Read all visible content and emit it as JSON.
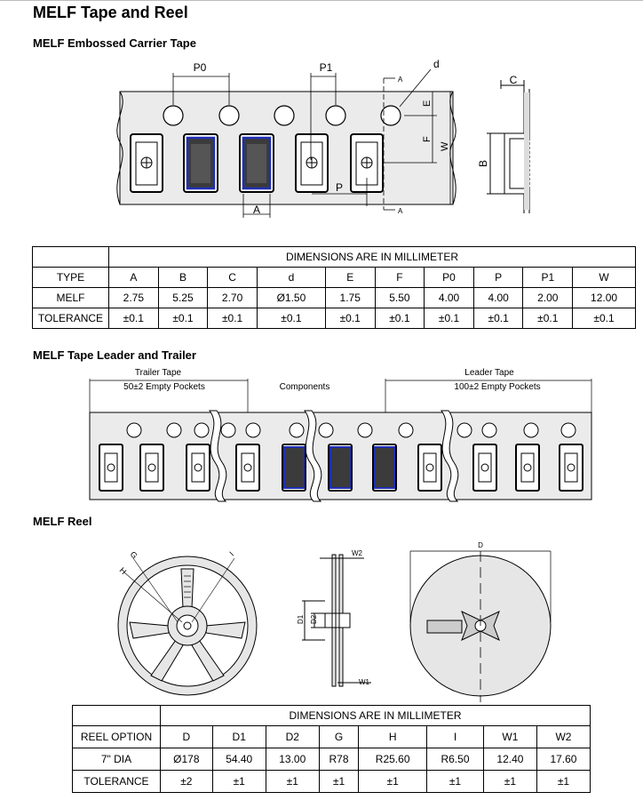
{
  "page_title": "MELF Tape  and  Reel",
  "sections": {
    "carrier": "MELF Embossed Carrier Tape",
    "leader": "MELF Tape Leader and Trailer",
    "reel": "MELF Reel"
  },
  "carrier_labels": {
    "p0": "P0",
    "p1": "P1",
    "d": "d",
    "e": "E",
    "f": "F",
    "w": "W",
    "p": "P",
    "a": "A",
    "section": "A",
    "c": "C",
    "b": "B"
  },
  "tape_table": {
    "header": "DIMENSIONS ARE IN MILLIMETER",
    "rows": [
      [
        "TYPE",
        "A",
        "B",
        "C",
        "d",
        "E",
        "F",
        "P0",
        "P",
        "P1",
        "W"
      ],
      [
        "MELF",
        "2.75",
        "5.25",
        "2.70",
        "Ø1.50",
        "1.75",
        "5.50",
        "4.00",
        "4.00",
        "2.00",
        "12.00"
      ],
      [
        "TOLERANCE",
        "±0.1",
        "±0.1",
        "±0.1",
        "±0.1",
        "±0.1",
        "±0.1",
        "±0.1",
        "±0.1",
        "±0.1",
        "±0.1"
      ]
    ]
  },
  "leader_labels": {
    "trailer_title": "Trailer Tape",
    "trailer_sub": "50±2 Empty Pockets",
    "components": "Components",
    "leader_title": "Leader Tape",
    "leader_sub": "100±2 Empty Pockets"
  },
  "reel_labels": {
    "g": "G",
    "h": "H",
    "i": "I",
    "w2": "W2",
    "w1": "W1",
    "d1": "D1",
    "d2": "D2",
    "d": "D"
  },
  "reel_table": {
    "header": "DIMENSIONS ARE IN MILLIMETER",
    "rows": [
      [
        "REEL OPTION",
        "D",
        "D1",
        "D2",
        "G",
        "H",
        "I",
        "W1",
        "W2"
      ],
      [
        "7\" DIA",
        "Ø178",
        "54.40",
        "13.00",
        "R78",
        "R25.60",
        "R6.50",
        "12.40",
        "17.60"
      ],
      [
        "TOLERANCE",
        "±2",
        "±1",
        "±1",
        "±1",
        "±1",
        "±1",
        "±1",
        "±1"
      ]
    ]
  }
}
